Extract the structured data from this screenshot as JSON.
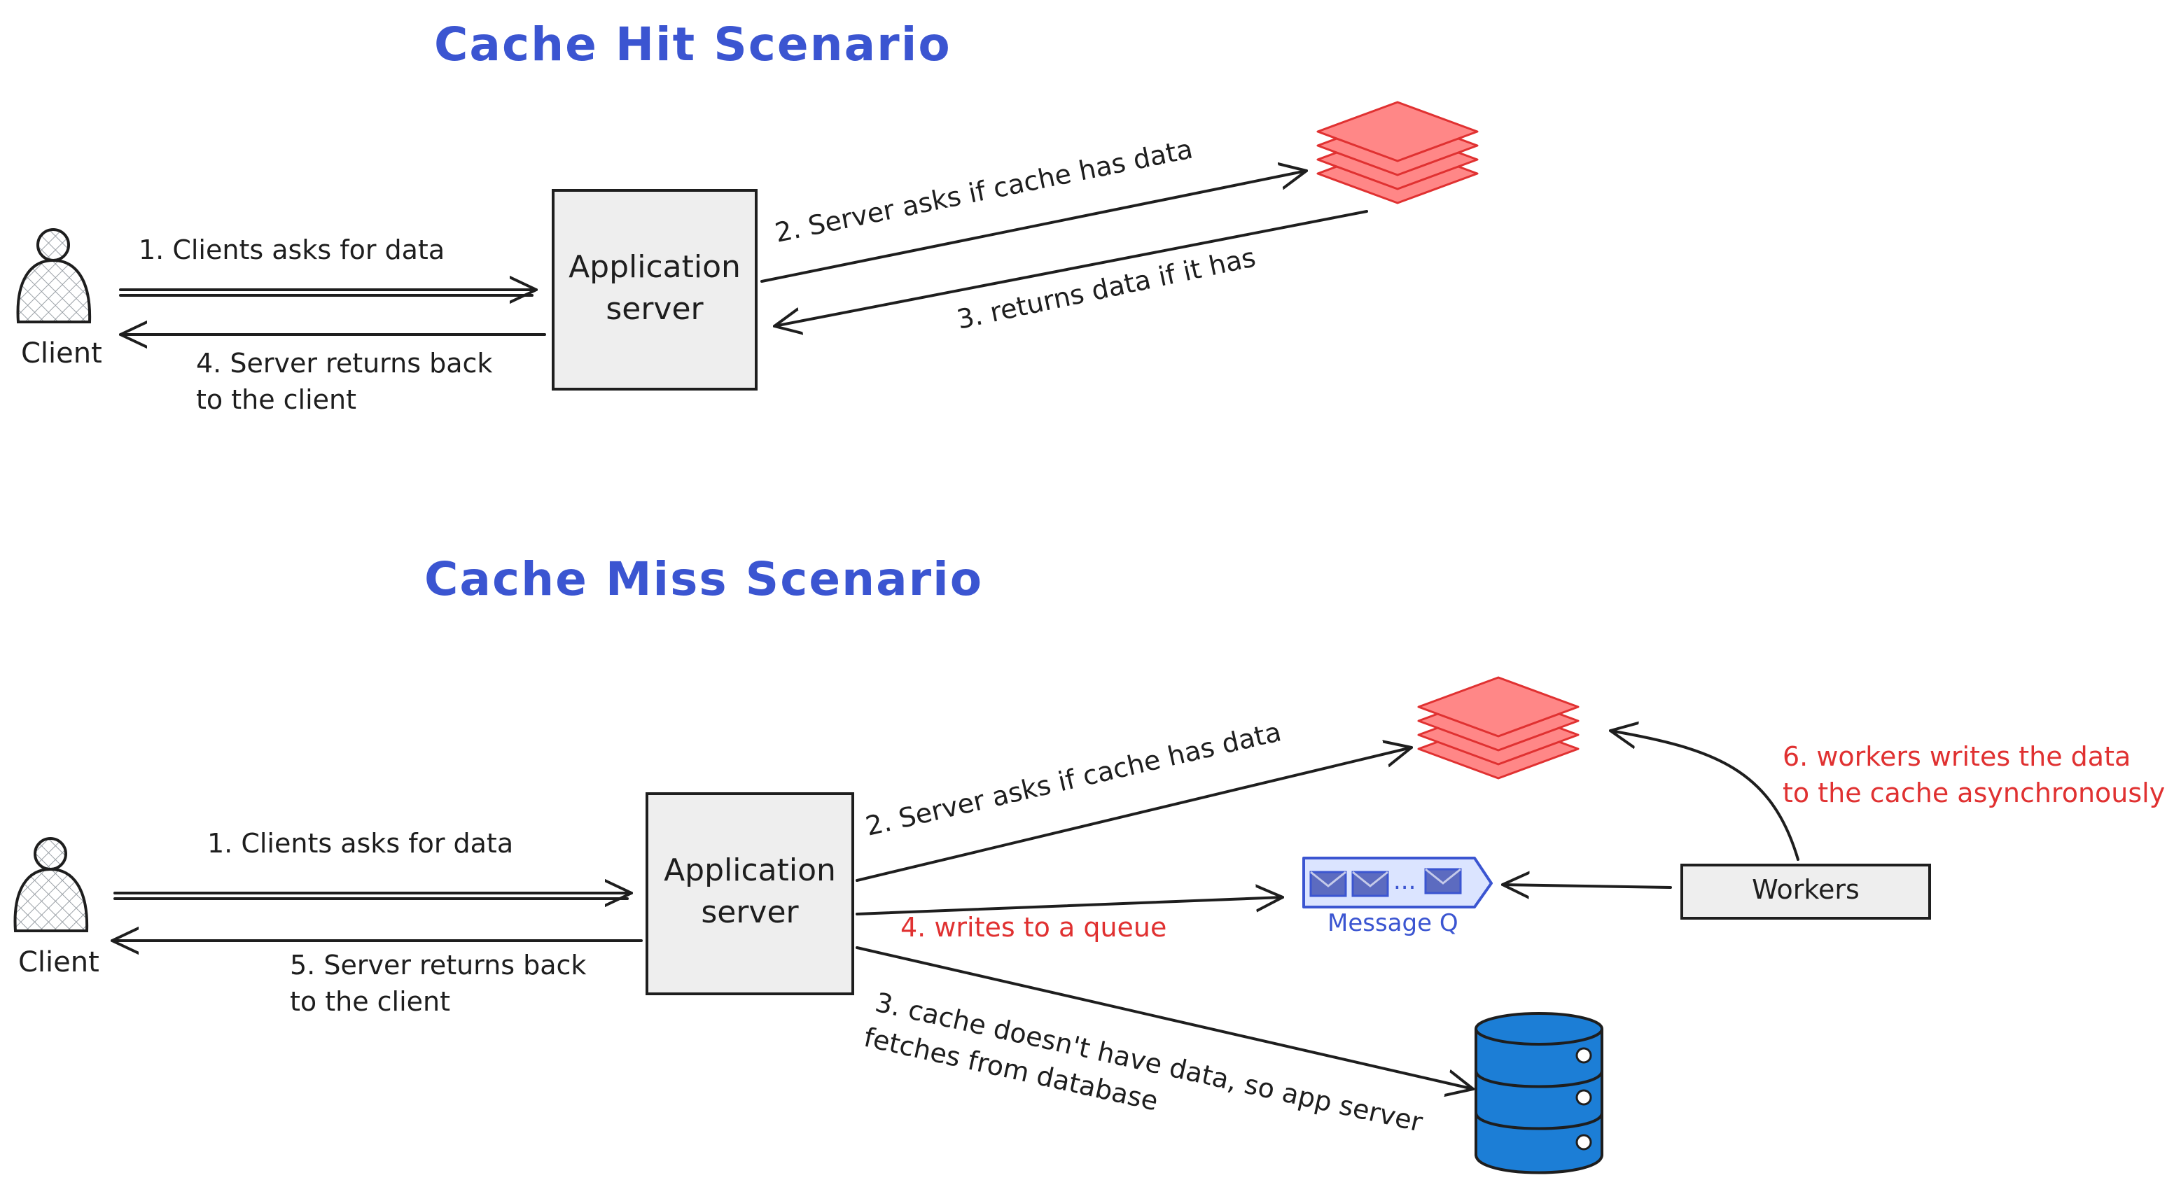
{
  "colors": {
    "title": "#3b55d1",
    "text": "#1e1e1e",
    "highlight_red": "#e03131",
    "cache_fill": "#ff8787",
    "cache_stroke": "#e03131",
    "queue_blue": "#3b55d1",
    "db_blue": "#1c7ed6",
    "box_fill": "#eeeeee"
  },
  "hit": {
    "title": "Cache Hit Scenario",
    "client_label": "Client",
    "server_line1": "Application",
    "server_line2": "server",
    "step1": "1. Clients asks for data",
    "step2": "2. Server asks if cache has data",
    "step3": "3. returns data if it has",
    "step4_line1": "4. Server returns back",
    "step4_line2": "to the client",
    "cache_icon": "stacked-layers-icon"
  },
  "miss": {
    "title": "Cache Miss Scenario",
    "client_label": "Client",
    "server_line1": "Application",
    "server_line2": "server",
    "step1": "1. Clients asks for data",
    "step2": "2. Server asks if cache has data",
    "step3_line1": "3. cache doesn't have data, so app server",
    "step3_line2": "fetches from database",
    "step4": "4. writes to a queue",
    "step5_line1": "5. Server returns back",
    "step5_line2": "to the client",
    "step6_line1": "6. workers writes the data",
    "step6_line2": "to the cache asynchronously",
    "queue_label": "Message Q",
    "queue_dots": "...",
    "workers_label": "Workers",
    "cache_icon": "stacked-layers-icon",
    "database_icon": "database-icon"
  }
}
